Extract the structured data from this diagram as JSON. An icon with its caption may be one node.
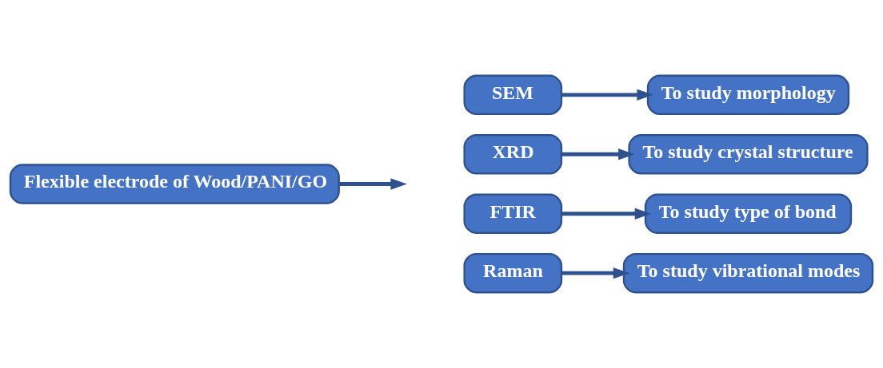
{
  "diagram": {
    "nodes": [
      {
        "text": [
          "Flexible electrode of Wood/PANI/GO"
        ]
      },
      {
        "text": [
          "SEM"
        ]
      },
      {
        "text": [
          "To study morphology"
        ]
      },
      {
        "text": [
          "XRD"
        ]
      },
      {
        "text": [
          "To study crystal structure"
        ]
      },
      {
        "text": [
          "FTIR"
        ]
      },
      {
        "text": [
          "To study type of bond"
        ]
      },
      {
        "text": [
          "Raman"
        ]
      },
      {
        "text": [
          "To study vibrational modes"
        ]
      }
    ],
    "edges": [
      {
        "from": 0,
        "to": null,
        "arrow": "to"
      },
      {
        "from": 1,
        "to": 2,
        "arrow": "to"
      },
      {
        "from": 3,
        "to": 4,
        "arrow": "to"
      },
      {
        "from": 5,
        "to": 6,
        "arrow": "to"
      },
      {
        "from": 7,
        "to": 8,
        "arrow": "to"
      }
    ]
  }
}
